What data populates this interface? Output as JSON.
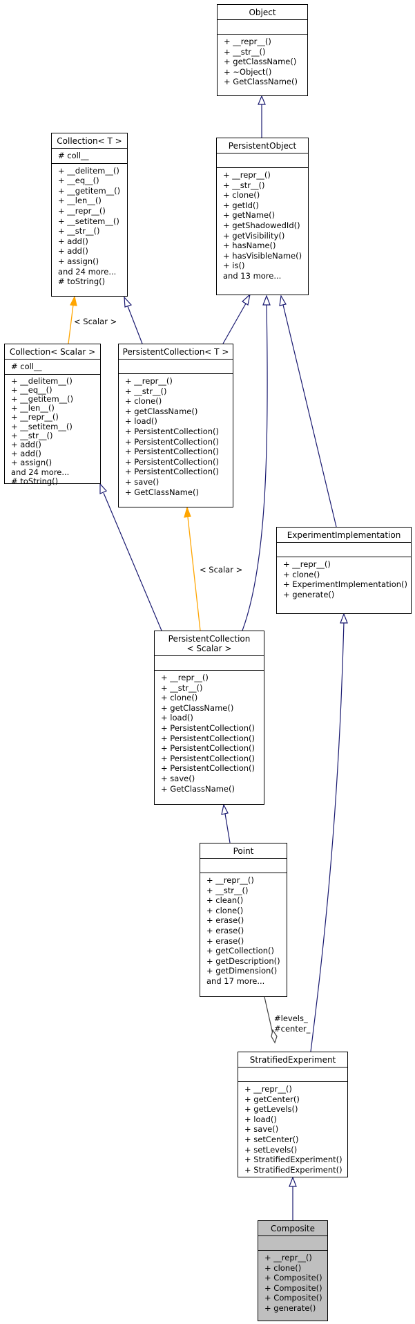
{
  "classes": {
    "object": {
      "title": "Object",
      "attributes": [],
      "methods": [
        "+ __repr__()",
        "+ __str__()",
        "+ getClassName()",
        "+ ~Object()",
        "+ GetClassName()"
      ]
    },
    "persistent_object": {
      "title": "PersistentObject",
      "attributes": [],
      "methods": [
        "+ __repr__()",
        "+ __str__()",
        "+ clone()",
        "+ getId()",
        "+ getName()",
        "+ getShadowedId()",
        "+ getVisibility()",
        "+ hasName()",
        "+ hasVisibleName()",
        "+ is()",
        "and 13 more..."
      ]
    },
    "collection_t": {
      "title": "Collection< T >",
      "attributes": [
        "# coll__"
      ],
      "methods": [
        "+ __delitem__()",
        "+ __eq__()",
        "+ __getitem__()",
        "+ __len__()",
        "+ __repr__()",
        "+ __setitem__()",
        "+ __str__()",
        "+ add()",
        "+ add()",
        "+ assign()",
        "and 24 more...",
        "# toString()"
      ]
    },
    "collection_scalar": {
      "title": "Collection< Scalar >",
      "attributes": [
        "# coll__"
      ],
      "methods": [
        "+ __delitem__()",
        "+ __eq__()",
        "+ __getitem__()",
        "+ __len__()",
        "+ __repr__()",
        "+ __setitem__()",
        "+ __str__()",
        "+ add()",
        "+ add()",
        "+ assign()",
        "and 24 more...",
        "# toString()"
      ]
    },
    "persistent_collection_t": {
      "title": "PersistentCollection< T >",
      "attributes": [],
      "methods": [
        "+ __repr__()",
        "+ __str__()",
        "+ clone()",
        "+ getClassName()",
        "+ load()",
        "+ PersistentCollection()",
        "+ PersistentCollection()",
        "+ PersistentCollection()",
        "+ PersistentCollection()",
        "+ PersistentCollection()",
        "+ save()",
        "+ GetClassName()"
      ]
    },
    "experiment_implementation": {
      "title": "ExperimentImplementation",
      "attributes": [],
      "methods": [
        "+ __repr__()",
        "+ clone()",
        "+ ExperimentImplementation()",
        "+ generate()"
      ]
    },
    "persistent_collection_scalar": {
      "title": "PersistentCollection\n< Scalar >",
      "attributes": [],
      "methods": [
        "+ __repr__()",
        "+ __str__()",
        "+ clone()",
        "+ getClassName()",
        "+ load()",
        "+ PersistentCollection()",
        "+ PersistentCollection()",
        "+ PersistentCollection()",
        "+ PersistentCollection()",
        "+ PersistentCollection()",
        "+ save()",
        "+ GetClassName()"
      ]
    },
    "point": {
      "title": "Point",
      "attributes": [],
      "methods": [
        "+ __repr__()",
        "+ __str__()",
        "+ clean()",
        "+ clone()",
        "+ erase()",
        "+ erase()",
        "+ erase()",
        "+ getCollection()",
        "+ getDescription()",
        "+ getDimension()",
        "and 17 more..."
      ]
    },
    "stratified_experiment": {
      "title": "StratifiedExperiment",
      "attributes": [],
      "methods": [
        "+ __repr__()",
        "+ getCenter()",
        "+ getLevels()",
        "+ load()",
        "+ save()",
        "+ setCenter()",
        "+ setLevels()",
        "+ StratifiedExperiment()",
        "+ StratifiedExperiment()"
      ]
    },
    "composite": {
      "title": "Composite",
      "attributes": [],
      "methods": [
        "+ __repr__()",
        "+ clone()",
        "+ Composite()",
        "+ Composite()",
        "+ Composite()",
        "+ generate()"
      ]
    }
  },
  "edge_labels": {
    "template_scalar_1": "< Scalar >",
    "template_scalar_2": "< Scalar >",
    "levels": "#levels_",
    "center": "#center_"
  },
  "colors": {
    "inheritance": "#191970",
    "template": "#ffa500",
    "highlight": "#bfbfbf"
  }
}
